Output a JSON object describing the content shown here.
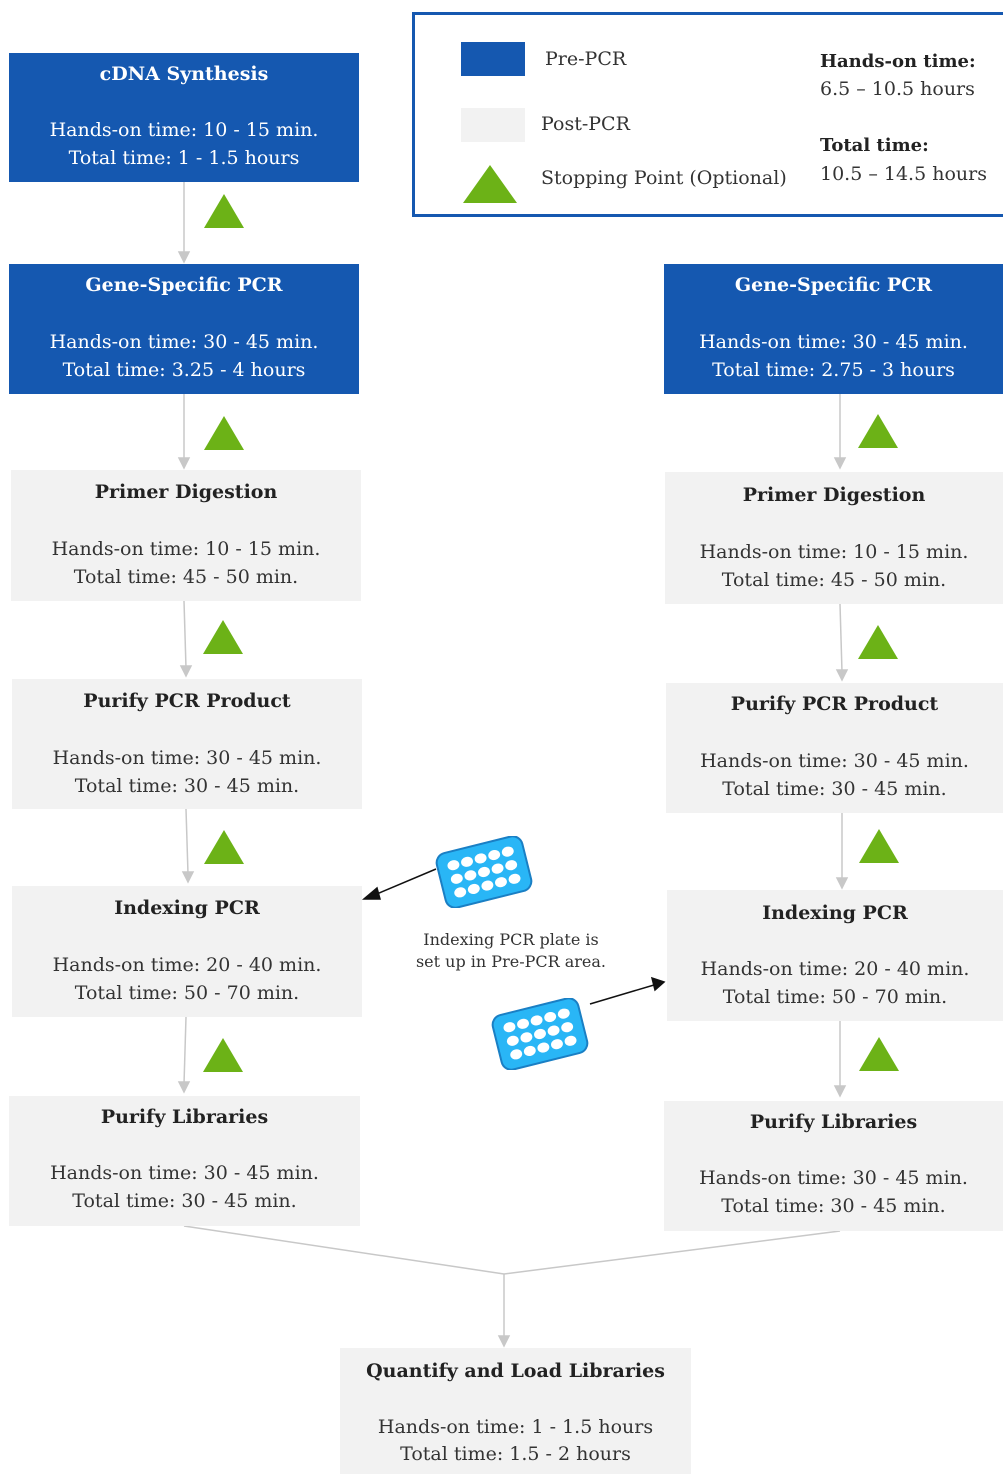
{
  "legend": {
    "pre_pcr": "Pre-PCR",
    "post_pcr": "Post-PCR",
    "stopping_point": "Stopping Point (Optional)",
    "hands_on_label": "Hands-on time:",
    "hands_on_value": "6.5 – 10.5 hours",
    "total_label": "Total time:",
    "total_value": "10.5 – 14.5 hours"
  },
  "colors": {
    "pre_pcr": "#1558b0",
    "post_pcr": "#f2f2f2",
    "stopping_point": "#6cb217",
    "plate": "#29b6f6"
  },
  "left": {
    "cdna": {
      "title": "cDNA Synthesis",
      "hands_on": "Hands-on time: 10 - 15 min.",
      "total": "Total time: 1 - 1.5 hours"
    },
    "gsp": {
      "title": "Gene-Specific PCR",
      "hands_on": "Hands-on time: 30 - 45 min.",
      "total": "Total time: 3.25 - 4 hours"
    },
    "digest": {
      "title": "Primer Digestion",
      "hands_on": "Hands-on time: 10 - 15 min.",
      "total": "Total time: 45 - 50 min."
    },
    "purify_pcr": {
      "title": "Purify PCR Product",
      "hands_on": "Hands-on time: 30 - 45 min.",
      "total": "Total time: 30 - 45 min."
    },
    "indexing": {
      "title": "Indexing PCR",
      "hands_on": "Hands-on time: 20 - 40 min.",
      "total": "Total time: 50 - 70 min."
    },
    "purify_lib": {
      "title": "Purify Libraries",
      "hands_on": "Hands-on time: 30 - 45 min.",
      "total": "Total time: 30 - 45 min."
    }
  },
  "right": {
    "gsp": {
      "title": "Gene-Specific PCR",
      "hands_on": "Hands-on time: 30 - 45 min.",
      "total": "Total time: 2.75 - 3 hours"
    },
    "digest": {
      "title": "Primer Digestion",
      "hands_on": "Hands-on time: 10 - 15 min.",
      "total": "Total time: 45 - 50 min."
    },
    "purify_pcr": {
      "title": "Purify PCR Product",
      "hands_on": "Hands-on time: 30 - 45 min.",
      "total": "Total time: 30 - 45 min."
    },
    "indexing": {
      "title": "Indexing PCR",
      "hands_on": "Hands-on time: 20 - 40 min.",
      "total": "Total time: 50 - 70 min."
    },
    "purify_lib": {
      "title": "Purify Libraries",
      "hands_on": "Hands-on time: 30 - 45 min.",
      "total": "Total time: 30 - 45 min."
    }
  },
  "final": {
    "title": "Quantify and Load Libraries",
    "hands_on": "Hands-on time: 1 - 1.5 hours",
    "total": "Total time: 1.5 - 2 hours"
  },
  "note": {
    "line1": "Indexing PCR plate is",
    "line2": "set up in Pre-PCR area."
  }
}
